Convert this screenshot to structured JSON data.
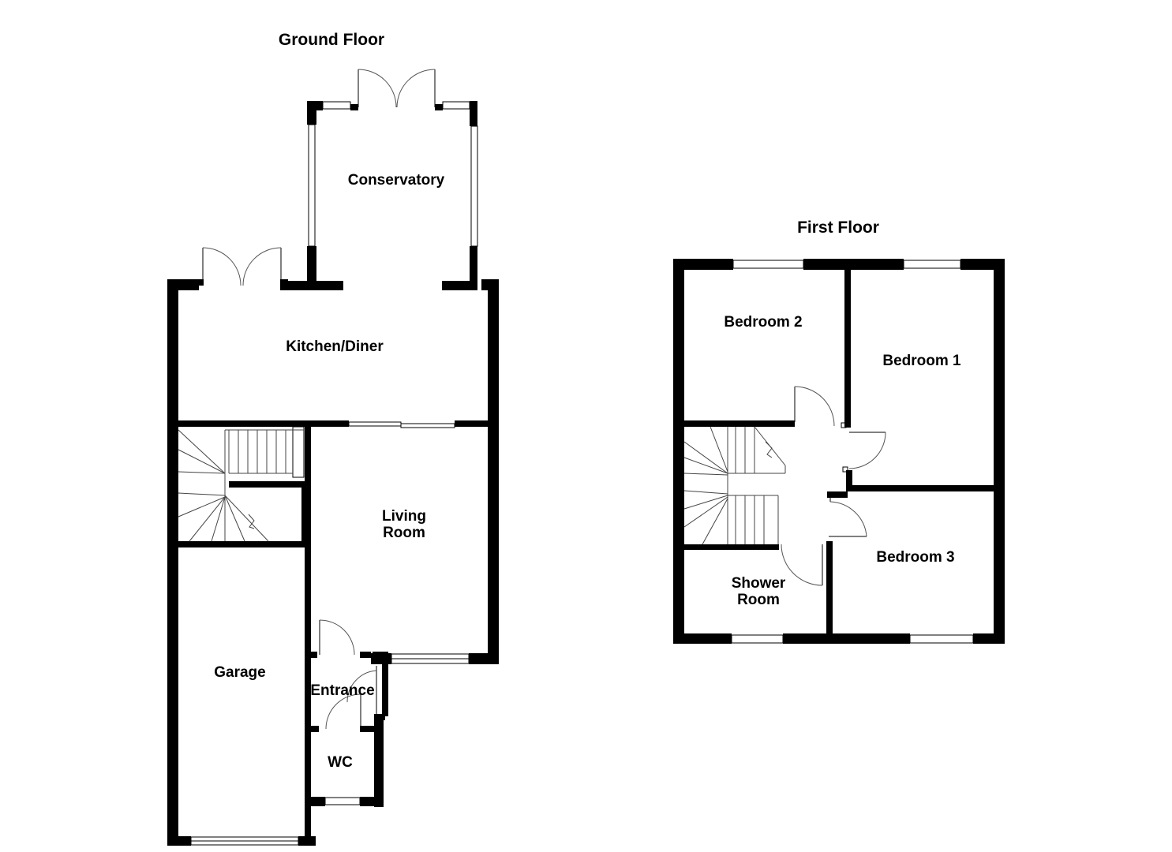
{
  "floors": {
    "ground": {
      "title": "Ground Floor",
      "rooms": {
        "conservatory": "Conservatory",
        "kitchen_diner": "Kitchen/Diner",
        "living_room_line1": "Living",
        "living_room_line2": "Room",
        "garage": "Garage",
        "entrance": "Entrance",
        "wc": "WC"
      }
    },
    "first": {
      "title": "First Floor",
      "rooms": {
        "bedroom_1": "Bedroom 1",
        "bedroom_2": "Bedroom 2",
        "bedroom_3": "Bedroom 3",
        "shower_room_line1": "Shower",
        "shower_room_line2": "Room"
      }
    }
  },
  "colors": {
    "wall": "#000000",
    "background": "#ffffff",
    "fixture_line": "#555555"
  }
}
